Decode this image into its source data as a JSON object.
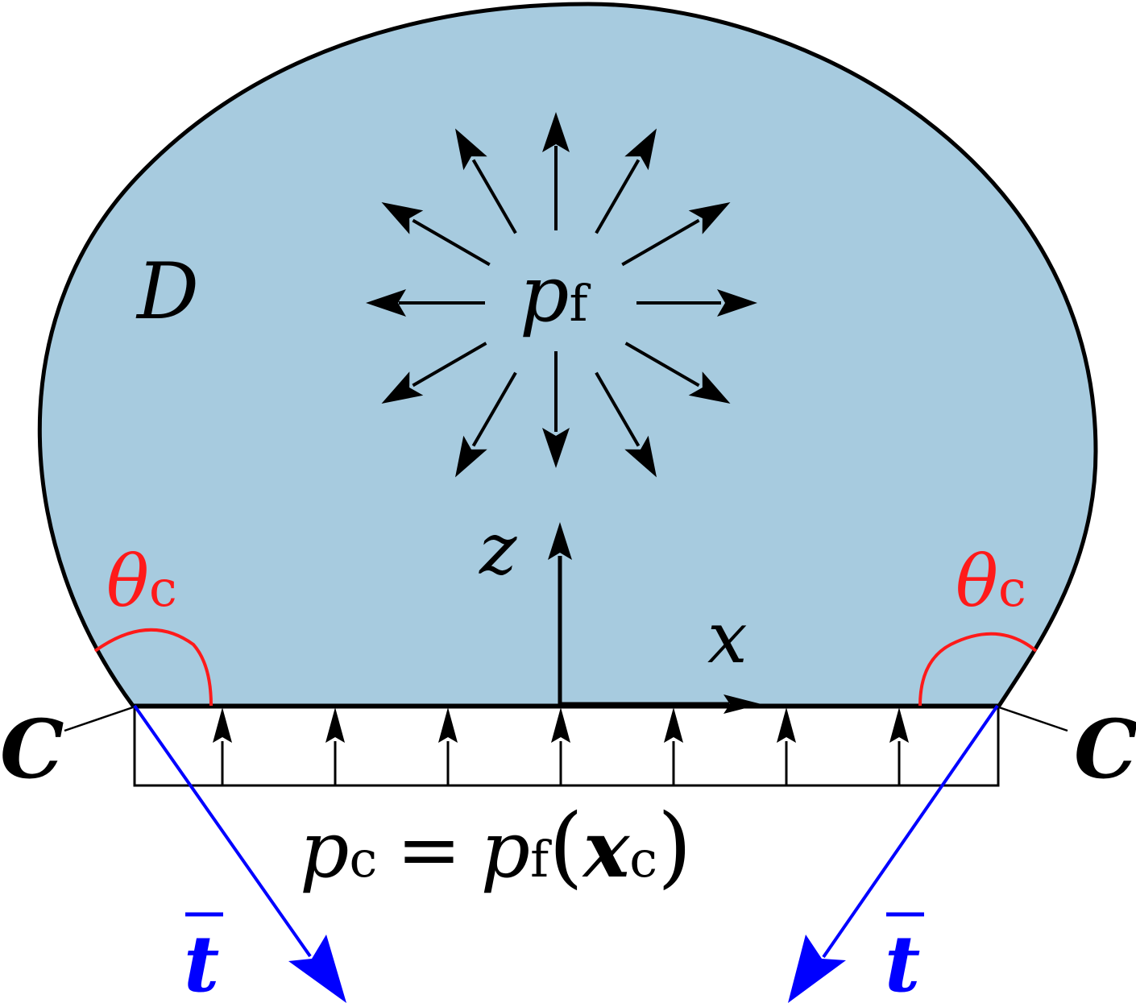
{
  "domain_label": "D",
  "center_label": {
    "main": "p",
    "sub": "f"
  },
  "axes": {
    "z": "z",
    "x": "x"
  },
  "contact_angle": {
    "main": "θ",
    "sub": "c"
  },
  "contact_line_label": "C",
  "pressure_eq": {
    "lhs_main": "p",
    "lhs_sub": "c",
    "eq": "=",
    "rhs_main": "p",
    "rhs_sub": "f",
    "lparen": "(",
    "arg_main": "x",
    "arg_sub": "c",
    "rparen": ")"
  },
  "traction_label": "t",
  "colors": {
    "droplet_fill": "#a7cbdf",
    "outline": "#000000",
    "angle": "#ff1a1a",
    "traction": "#0000ff"
  }
}
